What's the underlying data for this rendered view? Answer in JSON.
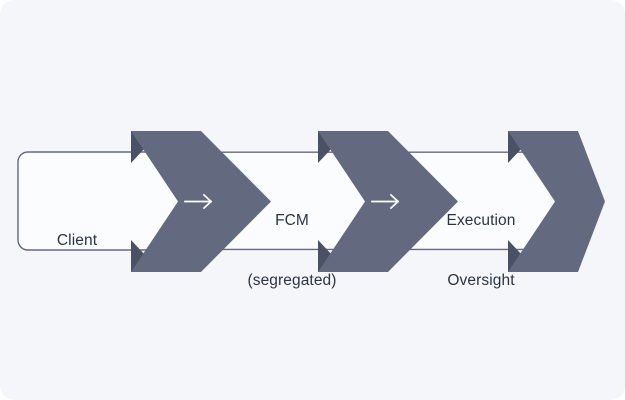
{
  "diagram": {
    "type": "process-flow",
    "orientation": "left-to-right",
    "background_color": "#f4f6f9",
    "stage_fill_color": "#fbfcfd",
    "stage_border_color": "#636a80",
    "chevron_color": "#636a80",
    "chevron_shadow_color": "#4a5164",
    "label_color": "#2b3445",
    "connector_arrow_color": "#ffffff",
    "stages": [
      {
        "id": "client",
        "index": 1,
        "lines": [
          "Client"
        ],
        "shape": "rounded-rectangle"
      },
      {
        "id": "fcm",
        "index": 2,
        "lines": [
          "FCM",
          "(segregated)"
        ],
        "shape": "chevron-band"
      },
      {
        "id": "execution-oversight",
        "index": 3,
        "lines": [
          "Execution",
          "Oversight"
        ],
        "shape": "chevron-band"
      }
    ],
    "connectors": [
      {
        "id": "client-to-fcm",
        "glyph": "→",
        "from": "client",
        "to": "fcm"
      },
      {
        "id": "fcm-to-execution",
        "glyph": "→",
        "from": "fcm",
        "to": "execution-oversight"
      }
    ],
    "terminator": {
      "id": "flow-end-chevron",
      "glyph": "chevron-right"
    }
  }
}
